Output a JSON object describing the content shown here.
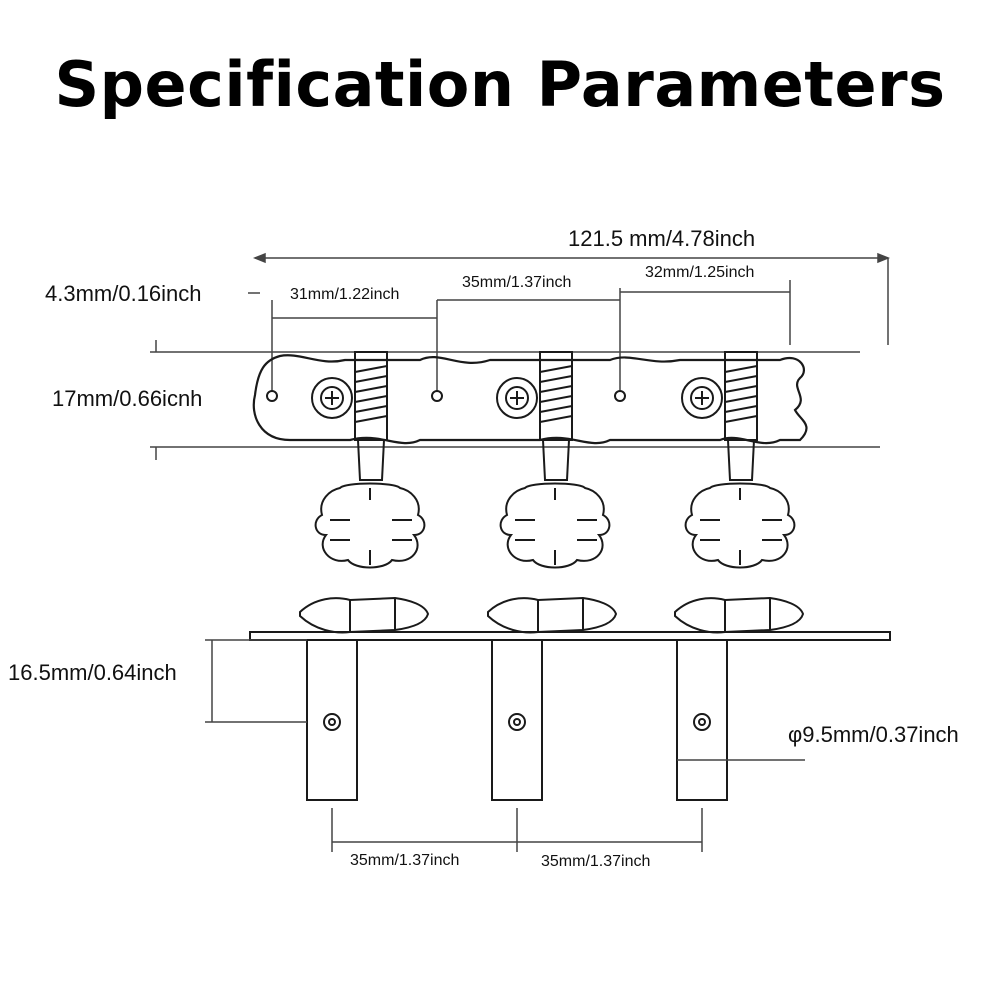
{
  "title": "Specification Parameters",
  "dimensions": {
    "overall_length": "121.5 mm/4.78inch",
    "edge_offset": "4.3mm/0.16inch",
    "spacing_1": "31mm/1.22inch",
    "spacing_2": "35mm/1.37inch",
    "spacing_3": "32mm/1.25inch",
    "plate_height": "17mm/0.66icnh",
    "post_height": "16.5mm/0.64inch",
    "post_diameter": "φ9.5mm/0.37inch",
    "post_spacing_1": "35mm/1.37inch",
    "post_spacing_2": "35mm/1.37inch"
  },
  "colors": {
    "line": "#1a1a1a",
    "dim_line": "#444444",
    "background": "#ffffff"
  }
}
